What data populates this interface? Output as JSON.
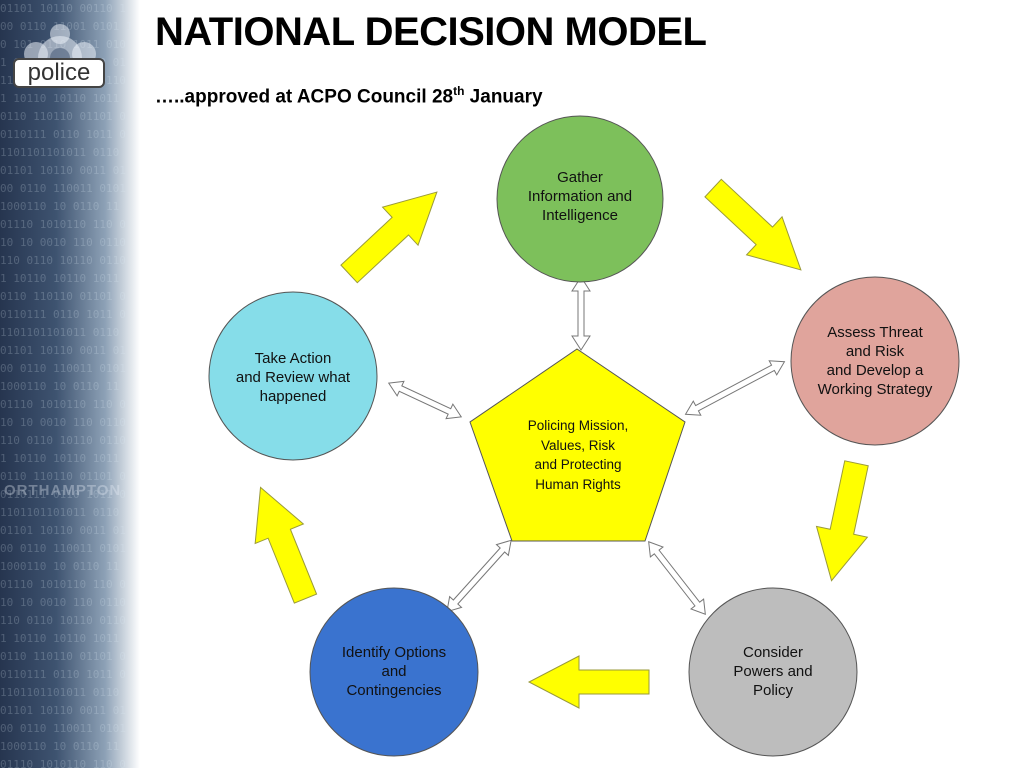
{
  "title": "NATIONAL DECISION MODEL",
  "subtitle": {
    "prefix": "…..approved at ACPO Council 28",
    "sup": "th",
    "suffix": " January"
  },
  "logo": {
    "text": "police",
    "icon": "police-crest-icon"
  },
  "watermark": "ORTHAMPTON",
  "colors": {
    "gather": "#7dc05b",
    "assess": "#e0a49c",
    "consider": "#bdbdbd",
    "identify": "#3a73cf",
    "takeaction": "#86dde9",
    "center": "#ffff00",
    "arrow": "#ffff00"
  },
  "nodes": {
    "gather": [
      "Gather",
      "Information and",
      "Intelligence"
    ],
    "assess": [
      "Assess Threat",
      "and Risk",
      "and Develop a",
      "Working Strategy"
    ],
    "consider": [
      "Consider",
      "Powers and",
      "Policy"
    ],
    "identify": [
      "Identify Options",
      "and",
      "Contingencies"
    ],
    "takeaction": [
      "Take Action",
      "and Review what",
      "happened"
    ]
  },
  "center": [
    "Policing Mission,",
    "Values, Risk",
    "and Protecting",
    "Human Rights"
  ]
}
